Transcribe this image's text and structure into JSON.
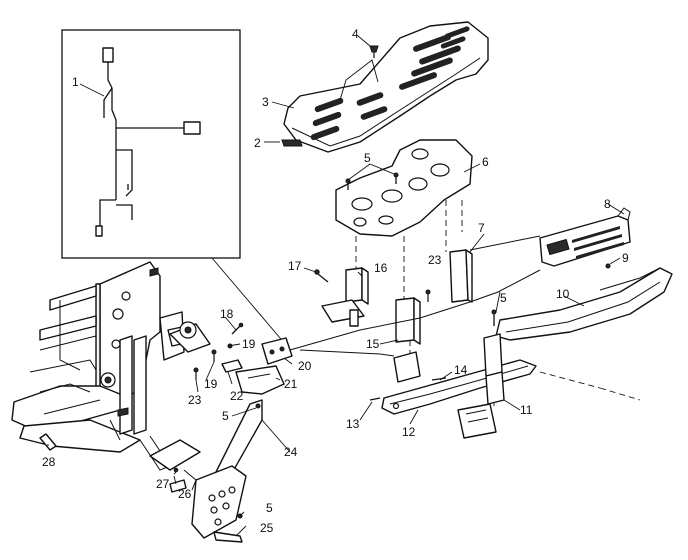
{
  "callouts": {
    "c1": "1",
    "c2": "2",
    "c3": "3",
    "c4": "4",
    "c5a": "5",
    "c5b": "5",
    "c5c": "5",
    "c5d": "5",
    "c6": "6",
    "c7": "7",
    "c8": "8",
    "c9": "9",
    "c10": "10",
    "c11": "11",
    "c12": "12",
    "c13": "13",
    "c14": "14",
    "c15": "15",
    "c16": "16",
    "c17": "17",
    "c18": "18",
    "c19a": "19",
    "c19b": "19",
    "c20": "20",
    "c21": "21",
    "c22": "22",
    "c23a": "23",
    "c23b": "23",
    "c24": "24",
    "c25": "25",
    "c26": "26",
    "c27": "27",
    "c28": "28"
  }
}
